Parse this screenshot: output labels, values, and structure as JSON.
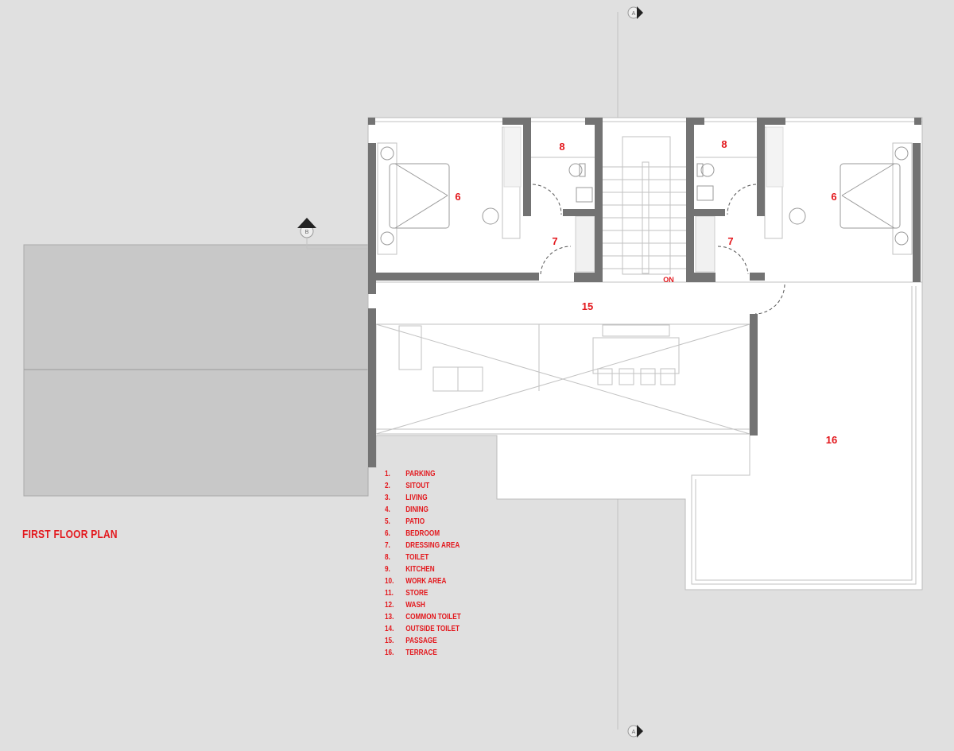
{
  "title": "FIRST FLOOR PLAN",
  "accent_color": "#e3171c",
  "section_markers": {
    "a_top": "A",
    "a_bottom": "A",
    "b": "B"
  },
  "stair_label": "ON",
  "room_labels": {
    "bedroom_left": "6",
    "bedroom_right": "6",
    "toilet_left": "8",
    "toilet_right": "8",
    "dressing_left": "7",
    "dressing_right": "7",
    "passage": "15",
    "terrace": "16"
  },
  "legend": [
    {
      "num": "1.",
      "name": "PARKING"
    },
    {
      "num": "2.",
      "name": "SITOUT"
    },
    {
      "num": "3.",
      "name": "LIVING"
    },
    {
      "num": "4.",
      "name": "DINING"
    },
    {
      "num": "5.",
      "name": "PATIO"
    },
    {
      "num": "6.",
      "name": "BEDROOM"
    },
    {
      "num": "7.",
      "name": "DRESSING AREA"
    },
    {
      "num": "8.",
      "name": "TOILET"
    },
    {
      "num": "9.",
      "name": "KITCHEN"
    },
    {
      "num": "10.",
      "name": "WORK AREA"
    },
    {
      "num": "11.",
      "name": "STORE"
    },
    {
      "num": "12.",
      "name": "WASH"
    },
    {
      "num": "13.",
      "name": "COMMON TOILET"
    },
    {
      "num": "14.",
      "name": "OUTSIDE TOILET"
    },
    {
      "num": "15.",
      "name": "PASSAGE"
    },
    {
      "num": "16.",
      "name": "TERRACE"
    }
  ]
}
